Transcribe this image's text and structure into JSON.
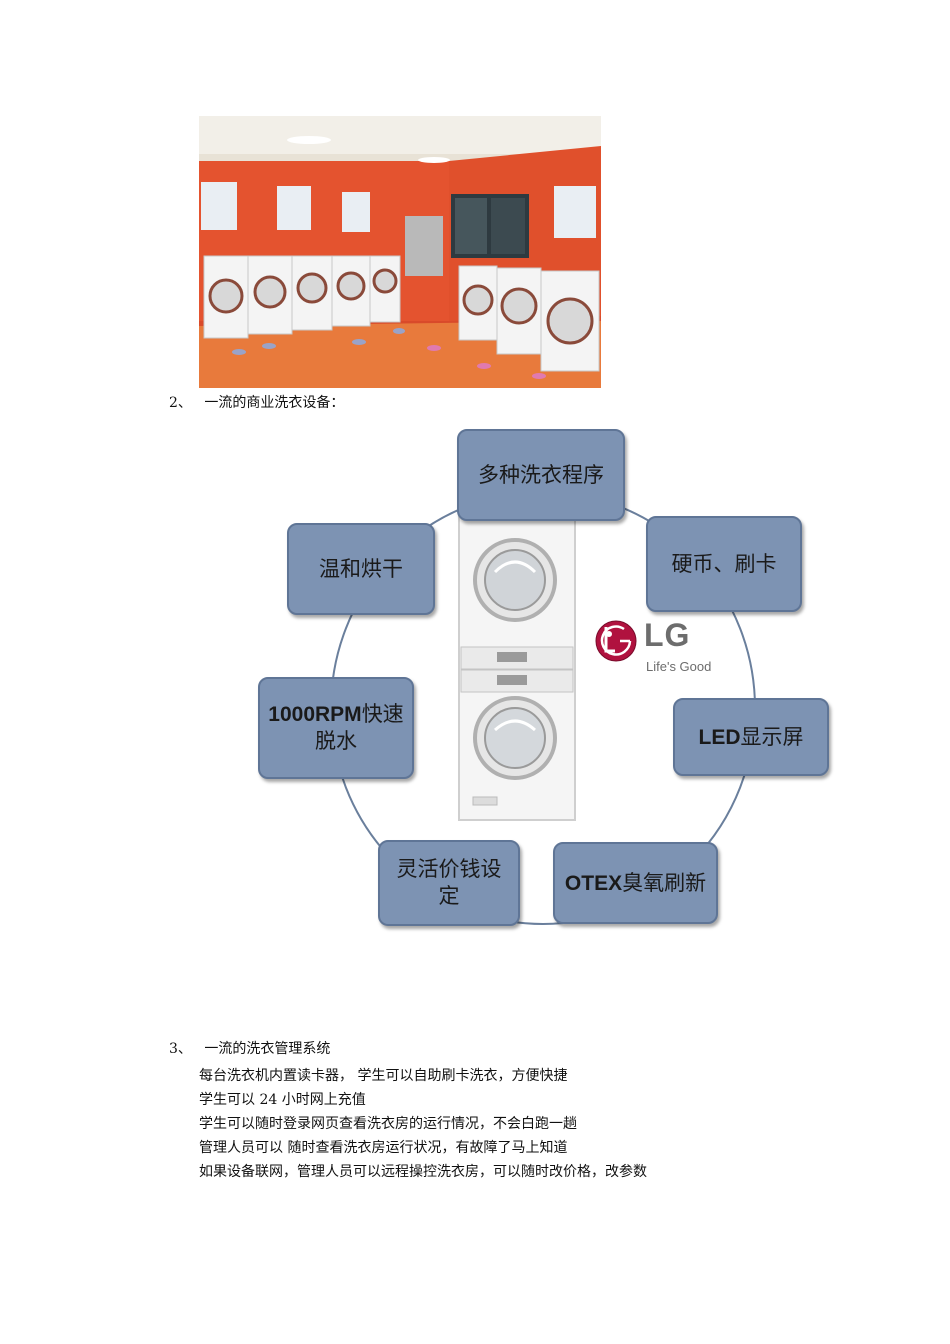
{
  "section2": {
    "number": "2、",
    "title": "一流的商业洗衣设备："
  },
  "diagram": {
    "center_logo": {
      "brand": "LG",
      "slogan": "Life's Good"
    },
    "nodes": {
      "programs": "多种洗衣程序",
      "coin_card": "硬币、刷卡",
      "led_bold": "LED",
      "led_rest": "显示屏",
      "otex_bold": "OTEX",
      "otex_rest": "臭氧刷新",
      "pricing": "灵活价钱设定",
      "spin_bold": "1000RPM",
      "spin_rest": "快速脱水",
      "drying": "温和烘干"
    }
  },
  "section3": {
    "number": "3、",
    "title": "一流的洗衣管理系统",
    "lines": [
      "每台洗衣机内置读卡器，  学生可以自助刷卡洗衣，方便快捷",
      "学生可以 24 小时网上充值",
      "学生可以随时登录网页查看洗衣房的运行情况，不会白跑一趟",
      "管理人员可以  随时查看洗衣房运行状况，有故障了马上知道",
      "如果设备联网，管理人员可以远程操控洗衣房，可以随时改价格，改参数"
    ]
  },
  "colors": {
    "node_fill": "#7d93b3",
    "ring": "#6a7f9c",
    "wall": "#e8502e"
  }
}
